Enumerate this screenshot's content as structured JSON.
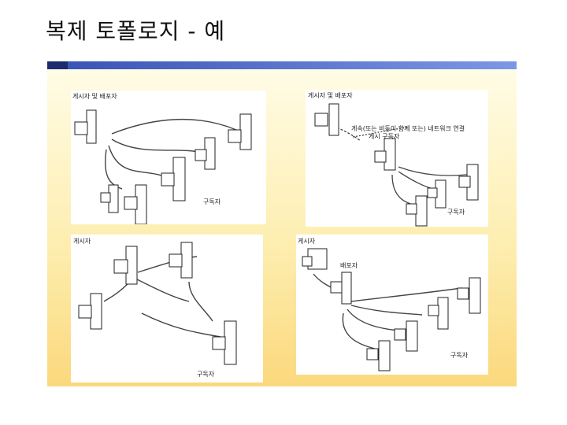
{
  "slide": {
    "title": "복제 토폴로지 - 예"
  },
  "diagrams": [
    {
      "id": "d1",
      "labels": [
        "게시자 및 배포자",
        "구독자"
      ]
    },
    {
      "id": "d2",
      "labels": [
        "게시자 및 배포자",
        "게속(또는 비동이 함께 또는) 네트워크 연결",
        "게시 구독자",
        "구독자"
      ]
    },
    {
      "id": "d3",
      "labels": [
        "게시자",
        "구독자"
      ]
    },
    {
      "id": "d4",
      "labels": [
        "게시자",
        "배포자",
        "구독자"
      ]
    }
  ],
  "colors": {
    "title_bar_dark": "#1c2b6e",
    "title_bar_light": "#5a78d6",
    "panel_top": "#fffce6",
    "panel_bottom": "#fbd87c"
  }
}
